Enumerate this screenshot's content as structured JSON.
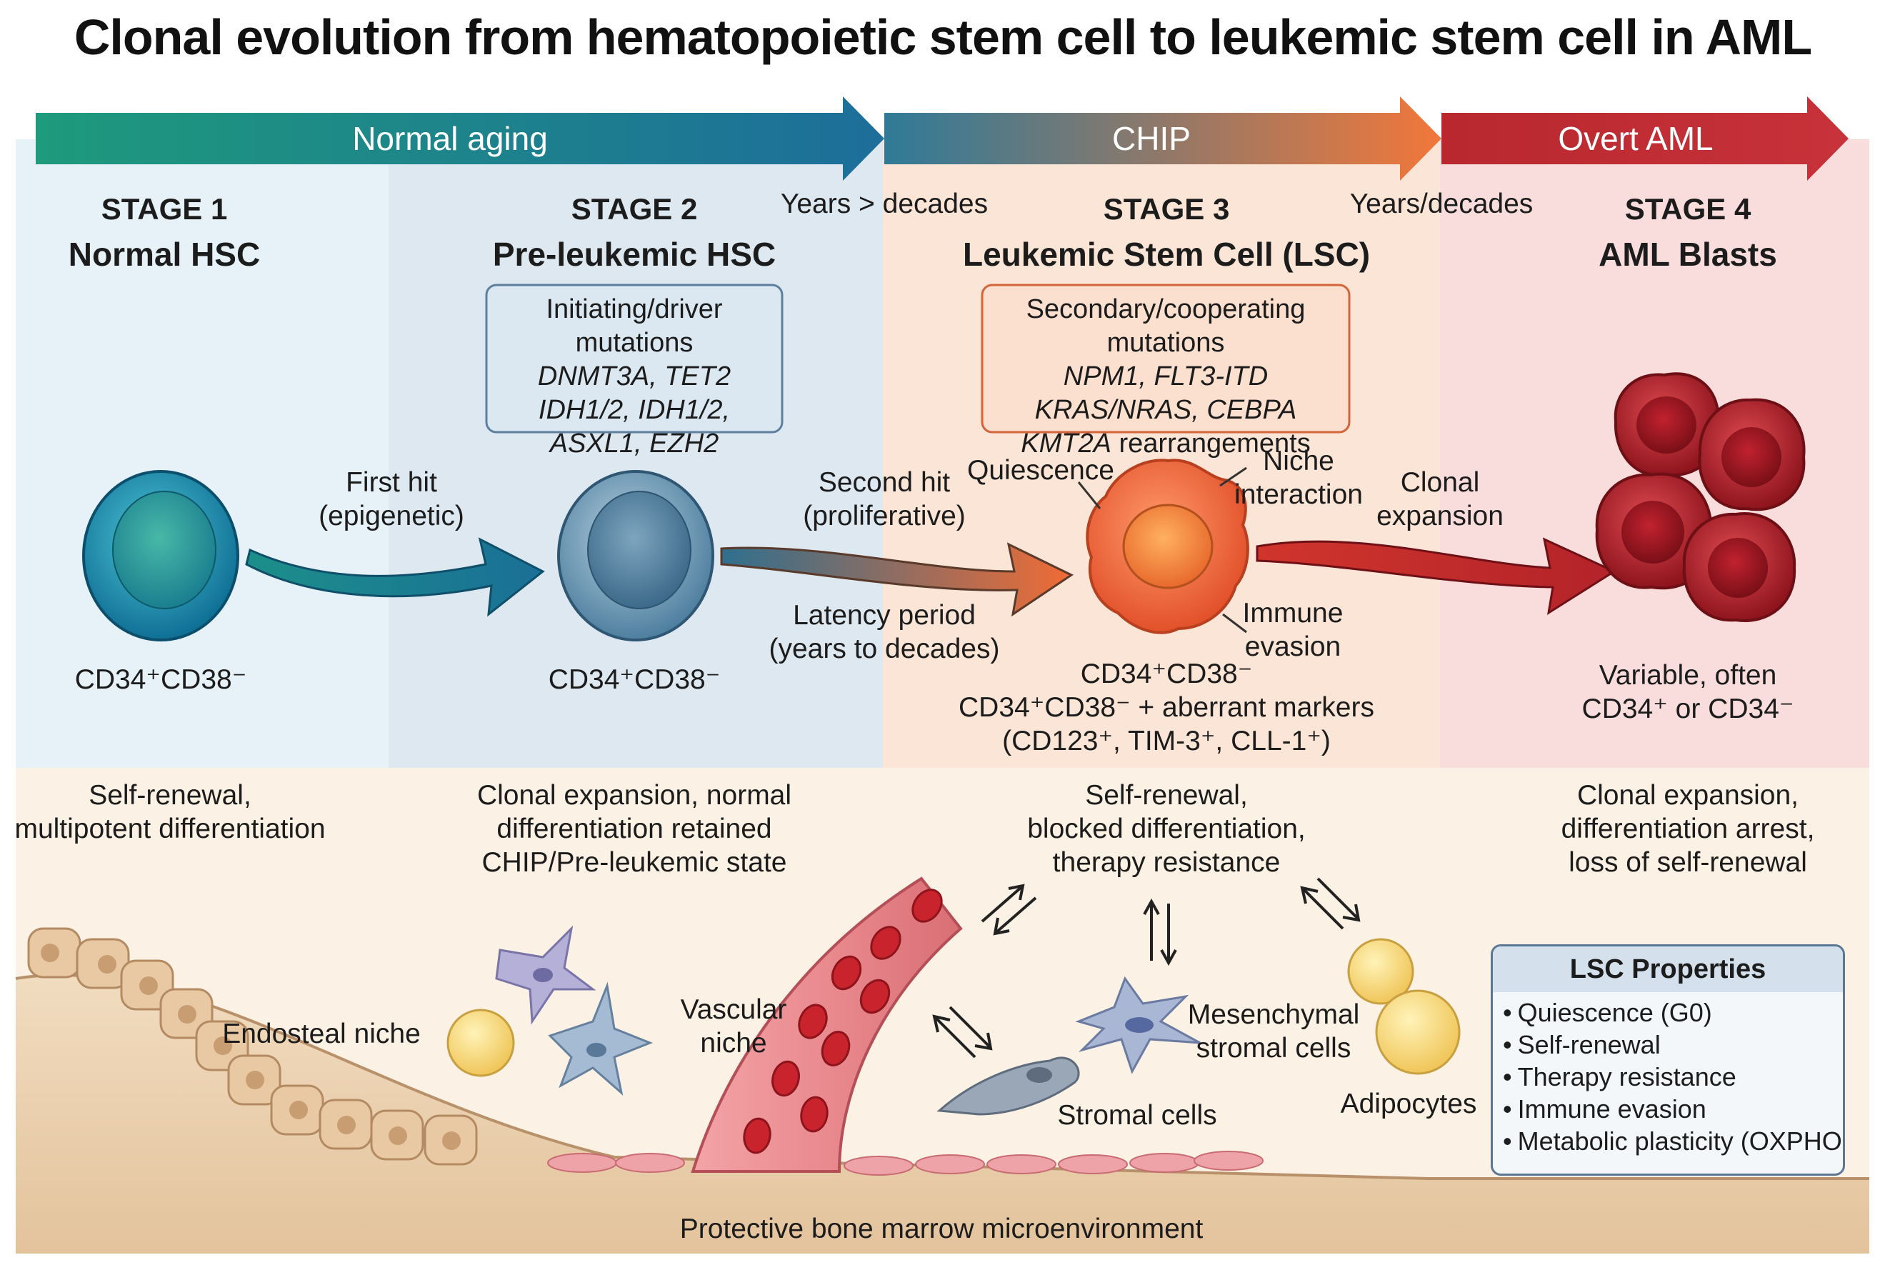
{
  "title": "Clonal evolution from hematopoietic stem cell to leukemic stem cell in AML",
  "phases": [
    {
      "label": "Normal aging",
      "color_start": "#1e9a7c",
      "color_end": "#1d6e9a"
    },
    {
      "label": "CHIP",
      "color_start": "#2f7a98",
      "color_end": "#f2773a"
    },
    {
      "label": "Overt AML",
      "color_start": "#b8282e",
      "color_end": "#c8323a"
    }
  ],
  "timing": {
    "t1": "Years > decades",
    "t2": "Years/decades"
  },
  "stages": [
    {
      "number": "STAGE 1",
      "name": "Normal HSC",
      "markers": "CD34⁺CD38⁻",
      "description": [
        "Self-renewal,",
        "multipotent differentiation"
      ]
    },
    {
      "number": "STAGE 2",
      "name": "Pre-leukemic HSC",
      "markers": "CD34⁺CD38⁻",
      "mutation_box": {
        "heading": "Initiating/driver mutations",
        "lines": [
          "DNMT3A, TET2",
          "IDH1/2, IDH1/2,",
          "ASXL1, EZH2"
        ]
      },
      "description": [
        "Clonal expansion, normal",
        "differentiation retained",
        "CHIP/Pre-leukemic state"
      ]
    },
    {
      "number": "STAGE 3",
      "name": "Leukemic Stem Cell (LSC)",
      "markers": [
        "CD34⁺CD38⁻",
        "CD34⁺CD38⁻ + aberrant markers",
        "(CD123⁺, TIM-3⁺, CLL-1⁺)"
      ],
      "mutation_box": {
        "heading": "Secondary/cooperating mutations",
        "lines_italic": [
          "NPM1, FLT3-ITD",
          "KRAS/NRAS, CEBPA"
        ],
        "line_mixed": {
          "italic": "KMT2A",
          "normal": " rearrangements"
        }
      },
      "description": [
        "Self-renewal,",
        "blocked differentiation,",
        "therapy resistance"
      ]
    },
    {
      "number": "STAGE 4",
      "name": "AML Blasts",
      "markers": [
        "Variable, often",
        "CD34⁺ or CD34⁻"
      ],
      "description": [
        "Clonal expansion,",
        "differentiation arrest,",
        "loss of self-renewal"
      ]
    }
  ],
  "transitions": {
    "first_hit": [
      "First hit",
      "(epigenetic)"
    ],
    "second_hit": [
      "Second hit",
      "(proliferative)"
    ],
    "latency": [
      "Latency period",
      "(years to decades)"
    ],
    "clonal_expansion": [
      "Clonal",
      "expansion"
    ]
  },
  "lsc_features": {
    "quiescence": "Quiescence",
    "niche_interaction": [
      "Niche",
      "interaction"
    ],
    "immune_evasion": [
      "Immune",
      "evasion"
    ]
  },
  "niche_labels": {
    "endosteal": "Endosteal niche",
    "vascular": [
      "Vascular",
      "niche"
    ],
    "stromal": "Stromal cells",
    "mesenchymal": [
      "Mesenchymal",
      "stromal cells"
    ],
    "adipocytes": "Adipocytes",
    "bottom": "Protective bone marrow microenvironment"
  },
  "lsc_properties": {
    "title": "LSC Properties",
    "items": [
      "Quiescence (G0)",
      "Self-renewal",
      "Therapy resistance",
      "Immune evasion",
      "Metabolic plasticity (OXPHOS)"
    ]
  },
  "colors": {
    "stage1_bg": "#e6f2f8",
    "stage2_bg": "#dde8f1",
    "stage3_bg": "#fbe5d6",
    "stage4_bg": "#f9dcdc",
    "normal_cell": "#1a9fb5",
    "preleukemic_cell": "#5b8fad",
    "lsc_cell": "#f26a3c",
    "blast_cell": "#b81f2b",
    "vessel": "#e8858a",
    "rbc": "#c9242d",
    "bone": "#e8cba8"
  }
}
